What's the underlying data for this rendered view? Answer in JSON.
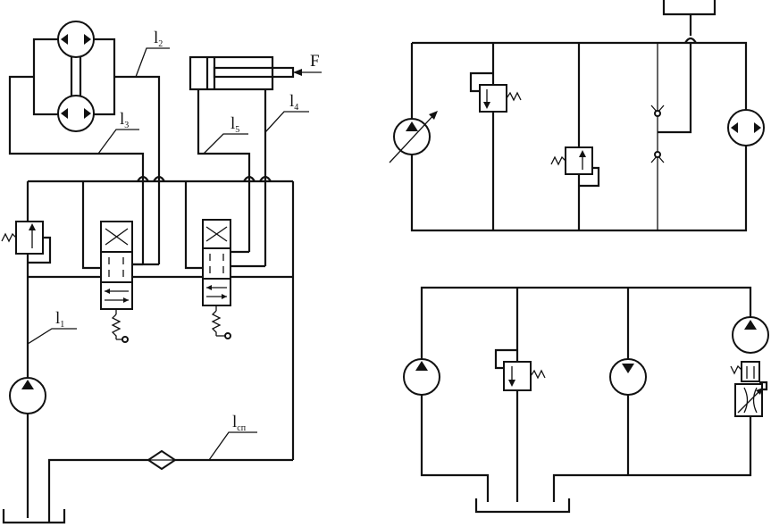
{
  "labels": {
    "l1": {
      "base": "l",
      "sub": "1"
    },
    "l2": {
      "base": "l",
      "sub": "2"
    },
    "l3": {
      "base": "l",
      "sub": "3"
    },
    "l4": {
      "base": "l",
      "sub": "4"
    },
    "l5": {
      "base": "l",
      "sub": "5"
    },
    "lsp": {
      "base": "l",
      "sub": "сп"
    },
    "force": "F"
  }
}
